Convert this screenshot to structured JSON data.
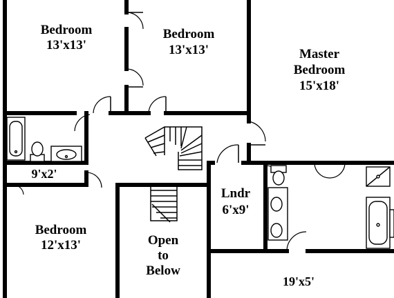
{
  "rooms": {
    "bedroom_nw": {
      "name": "Bedroom",
      "size": "13'x13'"
    },
    "bedroom_n": {
      "name": "Bedroom",
      "size": "13'x13'"
    },
    "master": {
      "name_line1": "Master",
      "name_line2": "Bedroom",
      "size": "15'x18'"
    },
    "closet": {
      "size": "9'x2'"
    },
    "laundry": {
      "name": "Lndr",
      "size": "6'x9'"
    },
    "bedroom_sw": {
      "name": "Bedroom",
      "size": "12'x13'"
    },
    "open": {
      "line1": "Open",
      "line2": "to",
      "line3": "Below"
    },
    "master_bath": {
      "size": "19'x5'"
    }
  },
  "icons": [
    "stair-icon",
    "bathtub-icon",
    "toilet-icon",
    "sink-icon",
    "shower-icon",
    "door-swing-icon"
  ]
}
